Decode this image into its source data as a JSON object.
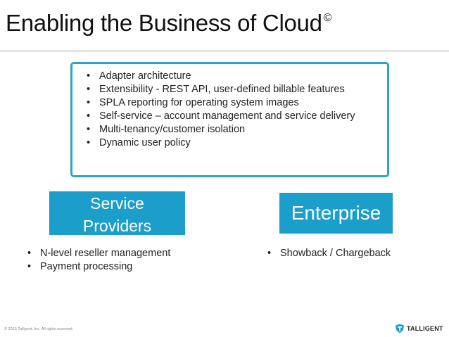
{
  "slide": {
    "title": "Enabling the Business of Cloud",
    "title_mark": "©",
    "features": [
      "Adapter architecture",
      "Extensibility - REST API, user-defined billable features",
      "SPLA reporting for operating system images",
      "Self-service – account management and service delivery",
      "Multi-tenancy/customer isolation",
      "Dynamic user policy"
    ],
    "service_providers": {
      "label_line1": "Service",
      "label_line2": "Providers",
      "bullets": [
        "N-level reseller management",
        "Payment processing"
      ]
    },
    "enterprise": {
      "label": "Enterprise",
      "bullets": [
        "Showback / Chargeback"
      ]
    },
    "footer": {
      "copyright": "© 2015 Talligent, Inc.  All rights reserved.",
      "logo_text": "TALLIGENT"
    }
  },
  "colors": {
    "accent": "#1b9ec9",
    "box_border": "#2ea3c6"
  },
  "icons": {
    "logo": "talligent-shield-icon"
  }
}
